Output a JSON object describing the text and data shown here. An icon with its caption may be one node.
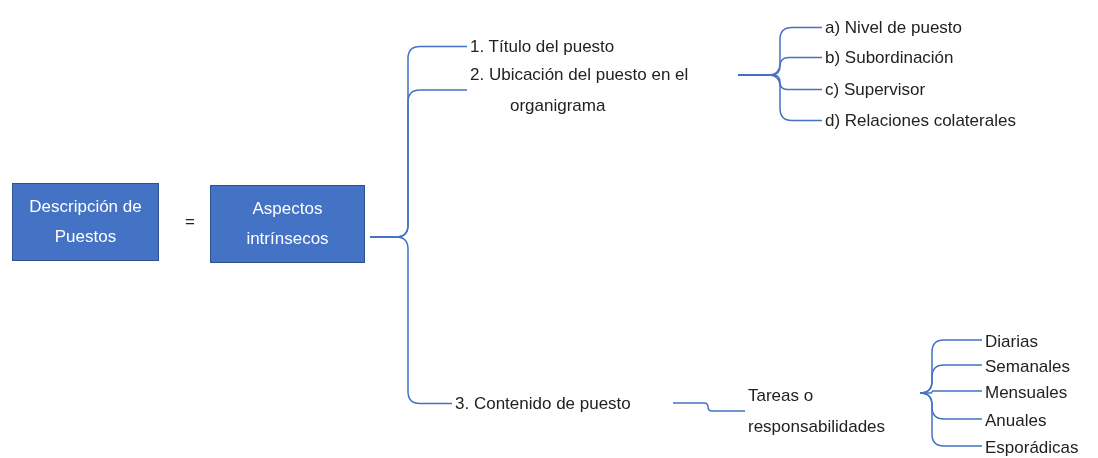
{
  "diagram": {
    "nodes": [
      {
        "text": [
          "Descripción de Puestos"
        ]
      },
      {
        "text": [
          "Aspectos intrínsecos"
        ]
      },
      {
        "text": [
          "1. Título del puesto"
        ]
      },
      {
        "text": [
          "2. Ubicación del puesto en el organigrama"
        ]
      },
      {
        "text": [
          "a) Nivel de puesto"
        ]
      },
      {
        "text": [
          "b) Subordinación"
        ]
      },
      {
        "text": [
          "c) Supervisor"
        ]
      },
      {
        "text": [
          "d) Relaciones colaterales"
        ]
      },
      {
        "text": [
          "3. Contenido de puesto"
        ]
      },
      {
        "text": [
          "Tareas o responsabilidades"
        ]
      },
      {
        "text": [
          "Diarias"
        ]
      },
      {
        "text": [
          "Semanales"
        ]
      },
      {
        "text": [
          "Mensuales"
        ]
      },
      {
        "text": [
          "Anuales"
        ]
      },
      {
        "text": [
          "Esporádicas"
        ]
      }
    ],
    "edges": [
      {
        "from": 1,
        "to": 2,
        "arrow": "none"
      },
      {
        "from": 1,
        "to": 3,
        "arrow": "none"
      },
      {
        "from": 1,
        "to": 8,
        "arrow": "none"
      },
      {
        "from": 3,
        "to": 4,
        "arrow": "none"
      },
      {
        "from": 3,
        "to": 5,
        "arrow": "none"
      },
      {
        "from": 3,
        "to": 6,
        "arrow": "none"
      },
      {
        "from": 3,
        "to": 7,
        "arrow": "none"
      },
      {
        "from": 8,
        "to": 9,
        "arrow": "none"
      },
      {
        "from": 9,
        "to": 10,
        "arrow": "none"
      },
      {
        "from": 9,
        "to": 11,
        "arrow": "none"
      },
      {
        "from": 9,
        "to": 12,
        "arrow": "none"
      },
      {
        "from": 9,
        "to": 13,
        "arrow": "none"
      },
      {
        "from": 9,
        "to": 14,
        "arrow": "none"
      }
    ],
    "labels": [
      "="
    ]
  }
}
